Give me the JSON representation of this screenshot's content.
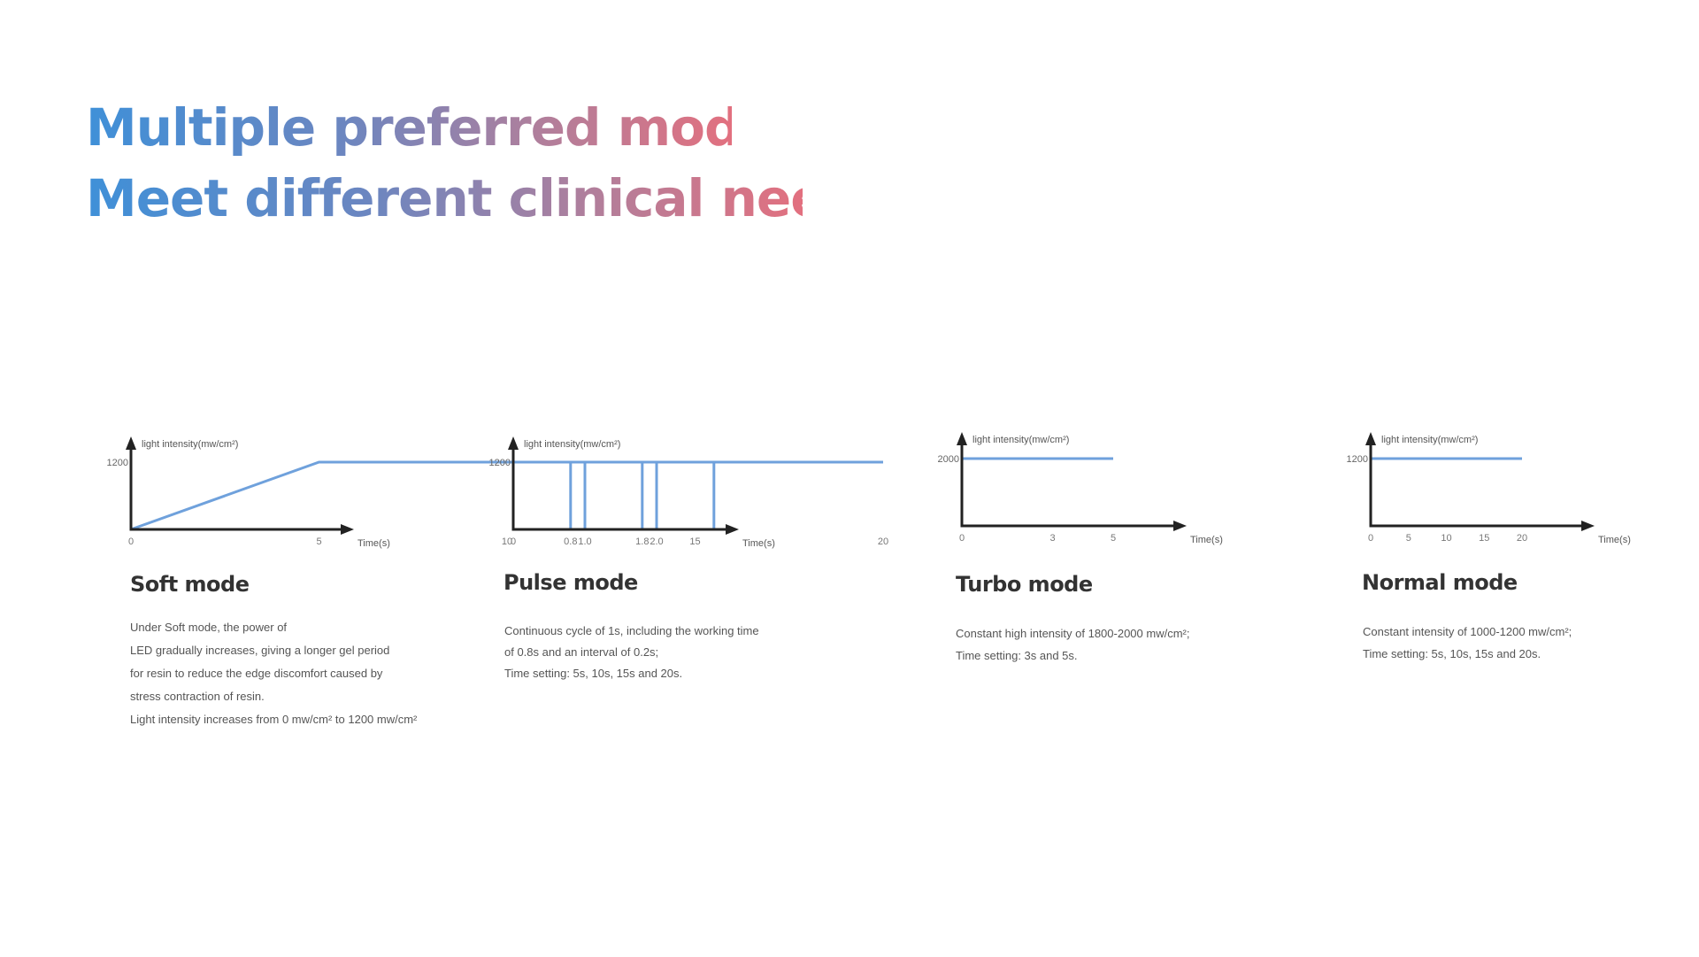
{
  "header": {
    "line1": "Multiple preferred modes",
    "line2": "Meet different clinical needs"
  },
  "colors": {
    "line": "#6fa1dc",
    "axis": "#222222",
    "gradient_start": "#3f90d8",
    "gradient_end": "#e2707f"
  },
  "modes": [
    {
      "title": "Soft mode",
      "description": [
        "Under Soft mode, the power of",
        "LED gradually increases, giving a longer gel period",
        "for resin to reduce the edge discomfort caused by",
        "stress contraction of resin.",
        "Light intensity increases from 0 mw/cm² to 1200 mw/cm²"
      ]
    },
    {
      "title": "Pulse mode",
      "description": [
        "Continuous cycle of 1s, including the working time",
        "of 0.8s and an interval of 0.2s;",
        "Time setting: 5s, 10s, 15s and 20s."
      ]
    },
    {
      "title": "Turbo mode",
      "description": [
        "Constant high intensity of 1800-2000 mw/cm²;",
        "Time setting: 3s and 5s."
      ]
    },
    {
      "title": "Normal mode",
      "description": [
        "Constant intensity of 1000-1200 mw/cm²;",
        "Time setting: 5s, 10s, 15s and 20s."
      ]
    }
  ],
  "chart_data": [
    {
      "type": "line",
      "title": "Soft mode",
      "ylabel": "light intensity(mw/cm²)",
      "xlabel": "Time(s)",
      "y_tick": {
        "value": 1200,
        "label": "1200"
      },
      "x_ticks": [
        {
          "value": 0,
          "label": "0"
        },
        {
          "value": 5,
          "label": "5"
        },
        {
          "value": 10,
          "label": "10"
        },
        {
          "value": 15,
          "label": "15"
        },
        {
          "value": 20,
          "label": "20"
        }
      ],
      "points": [
        [
          0,
          0
        ],
        [
          5,
          1200
        ],
        [
          20,
          1200
        ]
      ]
    },
    {
      "type": "line",
      "title": "Pulse mode",
      "ylabel": "light intensity(mw/cm²)",
      "xlabel": "Time(s)",
      "y_tick": {
        "value": 1200,
        "label": "1200"
      },
      "x_ticks": [
        {
          "value": 0,
          "label": "0"
        },
        {
          "value": 0.8,
          "label": "0.8"
        },
        {
          "value": 1.0,
          "label": "1.0"
        },
        {
          "value": 1.8,
          "label": "1.8"
        },
        {
          "value": 2.0,
          "label": "2.0"
        }
      ],
      "points": [
        [
          0,
          1200
        ],
        [
          0.8,
          1200
        ],
        [
          0.8,
          0
        ],
        [
          1.0,
          0
        ],
        [
          1.0,
          1200
        ],
        [
          1.8,
          1200
        ],
        [
          1.8,
          0
        ],
        [
          2.0,
          0
        ],
        [
          2.0,
          1200
        ],
        [
          2.8,
          1200
        ],
        [
          2.8,
          0
        ]
      ]
    },
    {
      "type": "line",
      "title": "Turbo mode",
      "ylabel": "light intensity(mw/cm²)",
      "xlabel": "Time(s)",
      "y_tick": {
        "value": 2000,
        "label": "2000"
      },
      "x_ticks": [
        {
          "value": 0,
          "label": "0"
        },
        {
          "value": 3,
          "label": "3"
        },
        {
          "value": 5,
          "label": "5"
        }
      ],
      "points": [
        [
          0,
          2000
        ],
        [
          5,
          2000
        ]
      ]
    },
    {
      "type": "line",
      "title": "Normal mode",
      "ylabel": "light intensity(mw/cm²)",
      "xlabel": "Time(s)",
      "y_tick": {
        "value": 1200,
        "label": "1200"
      },
      "x_ticks": [
        {
          "value": 0,
          "label": "0"
        },
        {
          "value": 5,
          "label": "5"
        },
        {
          "value": 10,
          "label": "10"
        },
        {
          "value": 15,
          "label": "15"
        },
        {
          "value": 20,
          "label": "20"
        }
      ],
      "points": [
        [
          0,
          1200
        ],
        [
          20,
          1200
        ]
      ]
    }
  ]
}
